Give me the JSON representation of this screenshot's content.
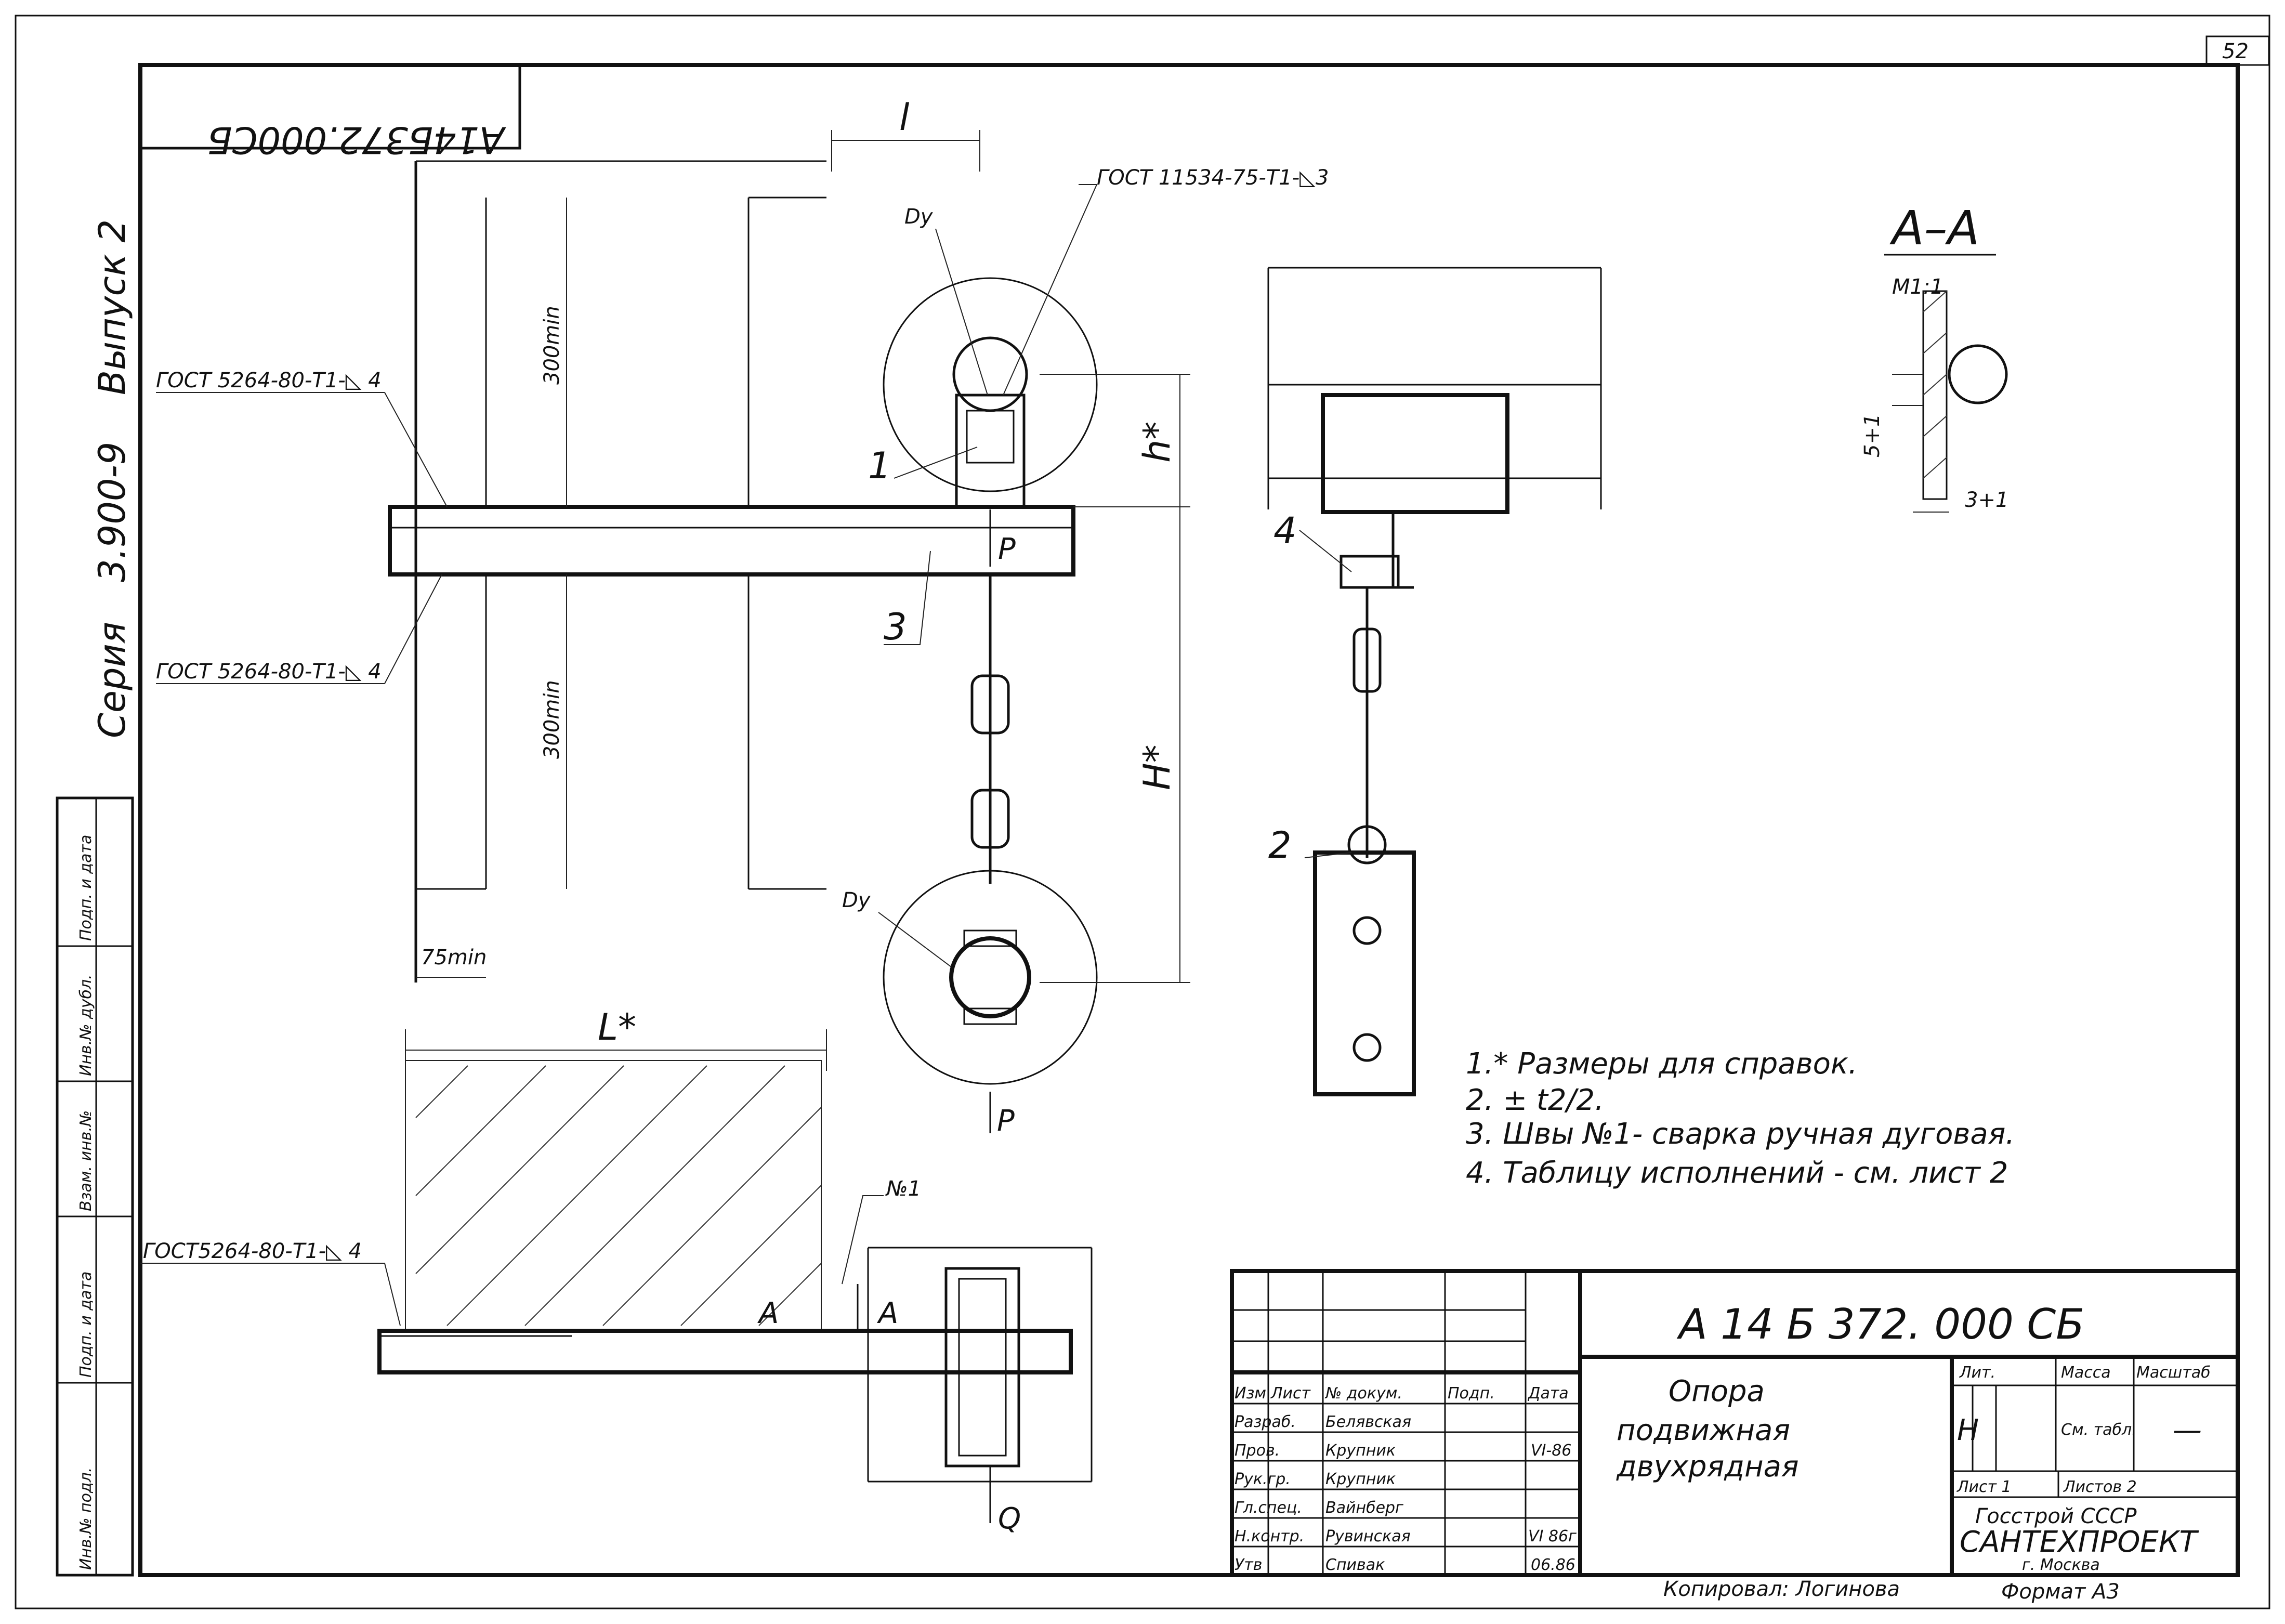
{
  "sheet_number": "52",
  "designation": "А14Б372.000СБ",
  "designation_title": "А 14 Б 372. 000 СБ",
  "side_labels": {
    "series": "Серия",
    "series_number": "3.900-9",
    "issue": "Выпуск 2"
  },
  "left_stamp": [
    "Подп. и дата",
    "Инв.№ дубл.",
    "Взам. инв.№",
    "Подп. и дата",
    "Инв.№ подл."
  ],
  "dimensions": {
    "l": "l",
    "L": "L*",
    "h": "h*",
    "H": "H*",
    "min300_top": "300min",
    "min300_bottom": "300min",
    "min75": "75min",
    "Dy_top": "Dу",
    "Dy_bottom": "Dу"
  },
  "weld_notes": {
    "gost_top": "ГОСТ 11534-75-Т1-◺3",
    "gost_left1": "ГОСТ 5264-80-Т1-◺ 4",
    "gost_left2": "ГОСТ 5264-80-Т1-◺ 4",
    "gost_left3": "ГОСТ5264-80-Т1-◺ 4",
    "weld_no": "№1"
  },
  "callouts": [
    "1",
    "2",
    "3",
    "4"
  ],
  "loads": {
    "P_top": "P",
    "P_bottom": "P",
    "Q": "Q"
  },
  "section": {
    "label": "А–А",
    "scale": "М1:1",
    "dim1": "5+1",
    "dim2": "3+1",
    "marker": "А"
  },
  "notes": [
    "1.* Размеры для справок.",
    "2. ± t2/2.",
    "3. Швы №1- сварка ручная дуговая.",
    "4. Таблицу исполнений - см. лист 2"
  ],
  "title_block": {
    "name_line1": "Опора",
    "name_line2": "подвижная",
    "name_line3": "двухрядная",
    "headers": [
      "Изм",
      "Лист",
      "№ докум.",
      "Подп.",
      "Дата"
    ],
    "rows": [
      {
        "role": "Разраб.",
        "name": "Белявская",
        "date": ""
      },
      {
        "role": "Пров.",
        "name": "Крупник",
        "date": "VI-86"
      },
      {
        "role": "Рук.гр.",
        "name": "Крупник",
        "date": ""
      },
      {
        "role": "Гл.спец.",
        "name": "Вайнберг",
        "date": ""
      },
      {
        "role": "Н.контр.",
        "name": "Рувинская",
        "date": "VI 86г"
      },
      {
        "role": "Утв",
        "name": "Спивак",
        "date": "06.86"
      }
    ],
    "lit": "Лит.",
    "mass": "Масса",
    "scale": "Масштаб",
    "lit_value": "Н",
    "mass_value": "См. табл.",
    "scale_value": "—",
    "sheet": "Лист 1",
    "sheets": "Листов 2",
    "org1": "Госстрой СССР",
    "org2": "САНТЕХПРОЕКТ",
    "org3": "г. Москва"
  },
  "copied": "Копировал: Логинова",
  "format": "Формат А3"
}
